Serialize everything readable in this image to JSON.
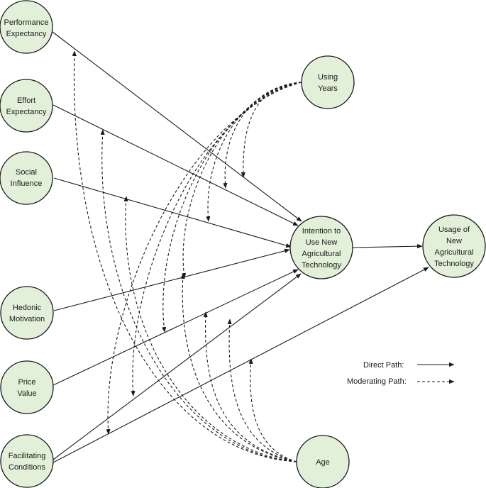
{
  "nodes": {
    "pe": {
      "lines": [
        "Performance",
        "Expectancy"
      ]
    },
    "ee": {
      "lines": [
        "Effort",
        "Expectancy"
      ]
    },
    "si": {
      "lines": [
        "Social",
        "Influence"
      ]
    },
    "hm": {
      "lines": [
        "Hedonic",
        "Motivation"
      ]
    },
    "pv": {
      "lines": [
        "Price",
        "Value"
      ]
    },
    "fc": {
      "lines": [
        "Facilitating",
        "Conditions"
      ]
    },
    "intent": {
      "lines": [
        "Intention to",
        "Use New",
        "Agricultural",
        "Technology"
      ]
    },
    "usage": {
      "lines": [
        "Usage of",
        "New",
        "Agricultural",
        "Technology"
      ]
    },
    "years": {
      "lines": [
        "Using",
        "Years"
      ]
    },
    "age": {
      "lines": [
        "Age"
      ]
    }
  },
  "legend": {
    "direct_label": "Direct Path:",
    "moderating_label": "Moderating Path:"
  }
}
